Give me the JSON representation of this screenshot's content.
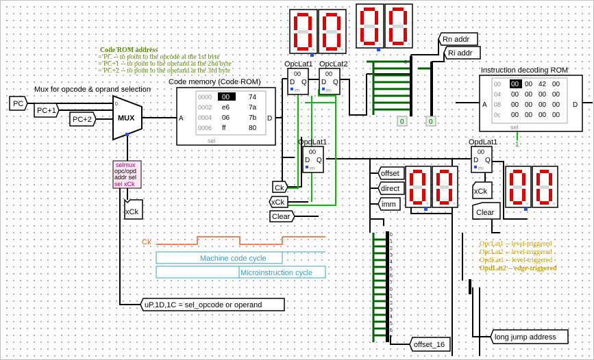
{
  "labels": {
    "mux_title": "Mux for opcode & oprand selection",
    "code_mem_title": "Code memory (Code ROM)",
    "idec_title": "Instruction decoding ROM",
    "opclat1": "OpcLat1",
    "opclat2": "OpcLat2",
    "opdlat1_a": "OpdLat1",
    "opdlat1_b": "OpdLat1",
    "rn_addr": "Rn addr",
    "ri_addr": "Ri addr",
    "pc": "PC",
    "pc1": "PC+1",
    "pc2": "PC+2",
    "mux": "MUX",
    "pin_0": "0",
    "pin_a": "A",
    "pin_d": "D",
    "ck": "Ck",
    "xck": "xCk",
    "clear": "Clear",
    "offset": "offset",
    "direct": "direct",
    "imm": "imm",
    "offset_16": "offset_16",
    "long_jump": "long jump address",
    "up_label": "uP.1D,1C = sel_opcode or operand",
    "sel": "sel",
    "en": "en",
    "zero": "0",
    "one": "1",
    "latch_val": "00",
    "d_pin": "D",
    "q_pin": "Q"
  },
  "code_rom_notes": {
    "title": "Code ROM address",
    "lines": [
      "= PC      -- to point to the opcode at the 1st byte",
      "= PC+1 -- to point to the operand at the 2nd byte",
      "= PC+2 -- to point to the operand at the 3rd byte"
    ]
  },
  "selmux_box": [
    "selmux",
    "opc/opd",
    "addr sel",
    "sel  xCk"
  ],
  "code_rom": {
    "rows": [
      {
        "addr": "0000",
        "a": "00",
        "b": "74"
      },
      {
        "addr": "0002",
        "a": "e6",
        "b": "7a"
      },
      {
        "addr": "0004",
        "a": "06",
        "b": "7b"
      },
      {
        "addr": "0006",
        "a": "ff",
        "b": "80"
      }
    ]
  },
  "idec_rom": {
    "rows": [
      {
        "addr": "00",
        "cells": [
          "00",
          "00",
          "42",
          "00"
        ]
      },
      {
        "addr": "04",
        "cells": [
          "00",
          "00",
          "00",
          "00"
        ]
      },
      {
        "addr": "08",
        "cells": [
          "00",
          "00",
          "00",
          "00"
        ]
      },
      {
        "addr": "0c",
        "cells": [
          "00",
          "00",
          "00",
          "00"
        ]
      }
    ]
  },
  "timing": {
    "ck": "Ck",
    "machine_cycle": "Machine code cycle",
    "micro_cycle": "Microinstruction cycle"
  },
  "triggers": [
    {
      "text": "OpcLat1 -- level-triggered",
      "bold": false
    },
    {
      "text": "OpcLat2 -- level-triggered",
      "bold": false
    },
    {
      "text": "OpdLat1 -- level-triggered",
      "bold": false
    },
    {
      "text": "OpdLat2 -- edge-triggered",
      "bold": true
    }
  ],
  "displays": {
    "opcode_pair": [
      "0",
      "0"
    ],
    "top_pair": [
      "0",
      "0"
    ],
    "opd1_pair": [
      "0",
      "0"
    ],
    "opd2_pair": [
      "0",
      "0"
    ]
  },
  "colors": {
    "wire_dark": "#000000",
    "wire_active": "#006400",
    "wire_live": "#00c000",
    "seg_on": "#e00000",
    "seg_off": "#d8d8d8",
    "note_green": "#5a8a00",
    "note_gold": "#c8a000",
    "ck_orange": "#e06020",
    "cycle_blue": "#30a0c0",
    "selmux_magenta": "#b0007a",
    "selmux_bg": "#ffe8f4"
  }
}
